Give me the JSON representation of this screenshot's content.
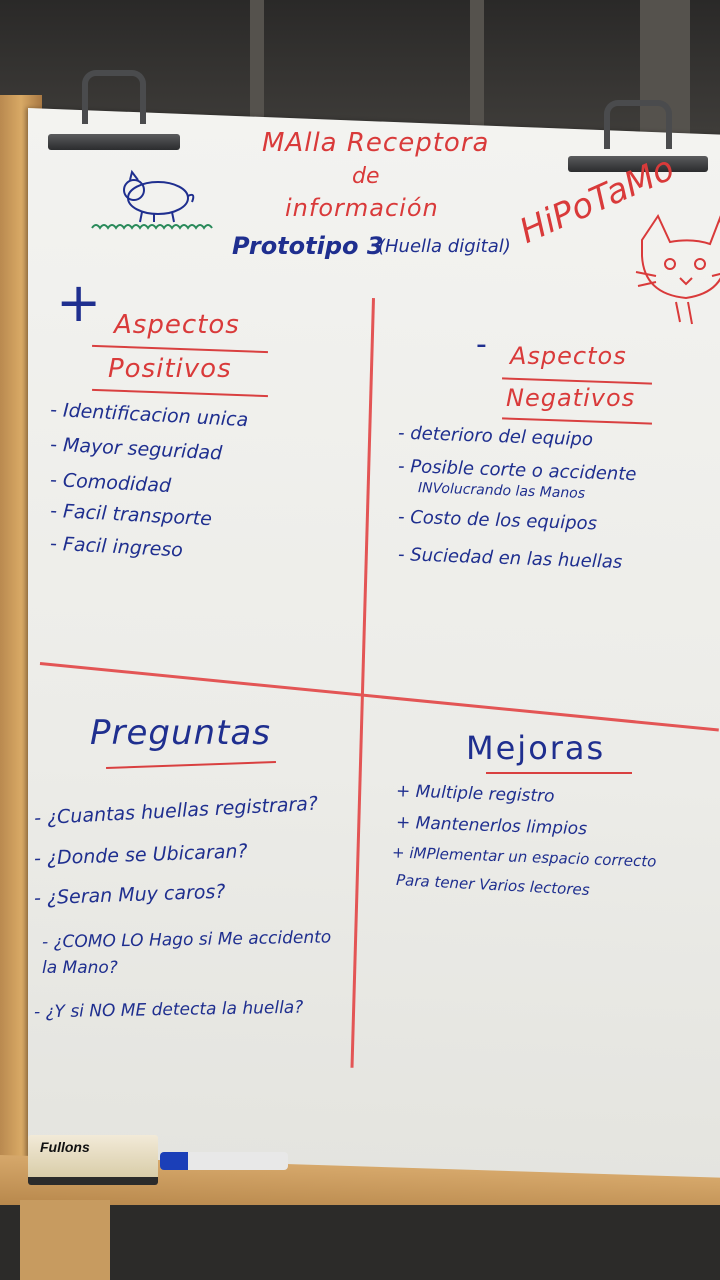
{
  "board": {
    "title_line1": "MAlla Receptora",
    "title_line2": "de",
    "title_line3": "información",
    "subtitle_prototype": "Prototipo 3",
    "subtitle_note": "(Huella digital)",
    "side_note": "HiPoTaMo"
  },
  "quadrants": {
    "positive": {
      "heading_prefix": "+",
      "heading_line1": "Aspectos",
      "heading_line2": "Positivos",
      "items": [
        "- Identificacion unica",
        "- Mayor seguridad",
        "- Comodidad",
        "- Facil transporte",
        "- Facil ingreso"
      ]
    },
    "negative": {
      "heading_prefix": "-",
      "heading_line1": "Aspectos",
      "heading_line2": "Negativos",
      "items": [
        "- deterioro del equipo",
        "- Posible corte o accidente",
        "  INVolucrando las Manos",
        "- Costo de los equipos",
        "- Suciedad en las huellas"
      ]
    },
    "questions": {
      "heading": "Preguntas",
      "items": [
        "- ¿Cuantas huellas registrara?",
        "- ¿Donde se Ubicaran?",
        "- ¿Seran Muy caros?",
        "- ¿COMO LO Hago si Me accidento",
        "  la Mano?",
        "- ¿Y si NO ME detecta la huella?"
      ]
    },
    "improvements": {
      "heading": "Mejoras",
      "items": [
        "+ Multiple registro",
        "+ Mantenerlos limpios",
        "+ iMPlementar un espacio correcto",
        "  Para tener Varios lectores"
      ]
    }
  },
  "props": {
    "eraser_brand": "Fullons"
  },
  "colors": {
    "red_marker": "#d93a3a",
    "blue_marker": "#1f2f8f",
    "board": "#efefeb"
  }
}
